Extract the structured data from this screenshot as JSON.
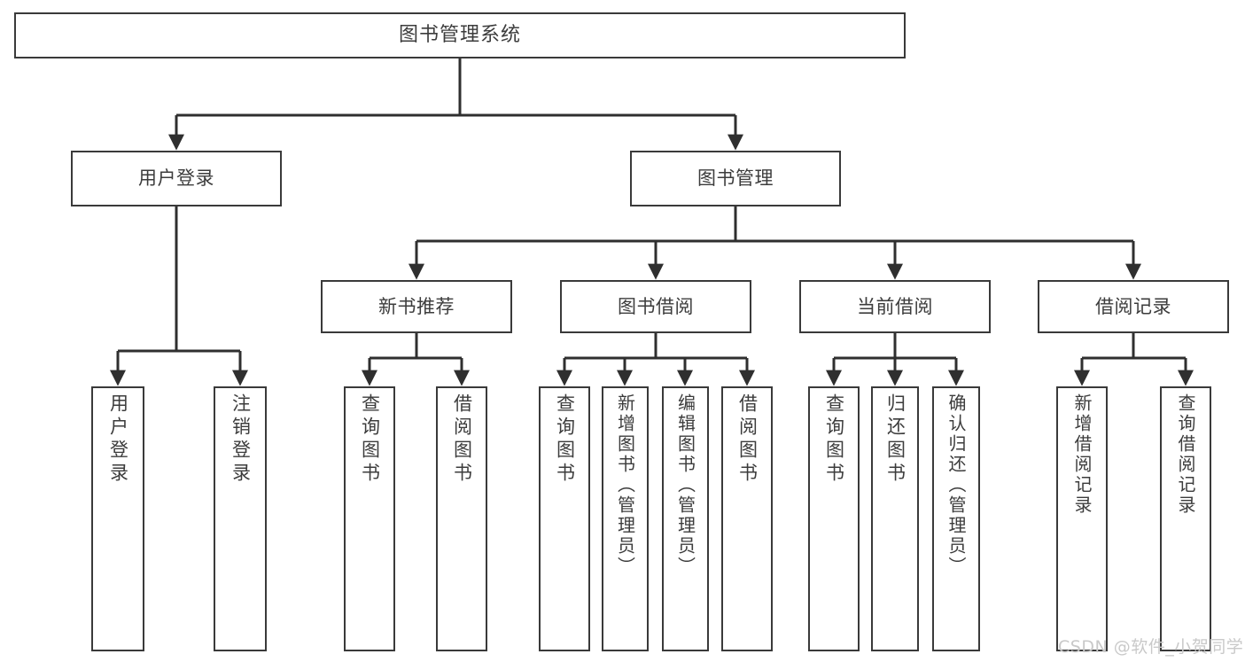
{
  "diagram": {
    "title": "图书管理系统",
    "type": "tree-hierarchy-chart",
    "watermark": "CSDN @软件_小贺同学",
    "colors": {
      "background": "#ffffff",
      "node_border": "#3a3a3a",
      "node_fill": "#ffffff",
      "text": "#3c3c3c",
      "edge": "#2f2f2f",
      "watermark": "#c9c9c9"
    },
    "nodes": {
      "root": {
        "label": "图书管理系统"
      },
      "level2": [
        {
          "label": "用户登录"
        },
        {
          "label": "图书管理"
        }
      ],
      "level3": [
        {
          "label": "新书推荐"
        },
        {
          "label": "图书借阅"
        },
        {
          "label": "当前借阅"
        },
        {
          "label": "借阅记录"
        }
      ],
      "leaves": {
        "user_login": [
          {
            "label": "用户登录"
          },
          {
            "label": "注销登录"
          }
        ],
        "new_book_recommend": [
          {
            "label": "查询图书"
          },
          {
            "label": "借阅图书"
          }
        ],
        "book_borrow": [
          {
            "label": "查询图书"
          },
          {
            "label": "新增图书（管理员）"
          },
          {
            "label": "编辑图书（管理员）"
          },
          {
            "label": "借阅图书"
          }
        ],
        "current_borrow": [
          {
            "label": "查询图书"
          },
          {
            "label": "归还图书"
          },
          {
            "label": "确认归还（管理员）"
          }
        ],
        "borrow_record": [
          {
            "label": "新增借阅记录"
          },
          {
            "label": "查询借阅记录"
          }
        ]
      }
    }
  }
}
